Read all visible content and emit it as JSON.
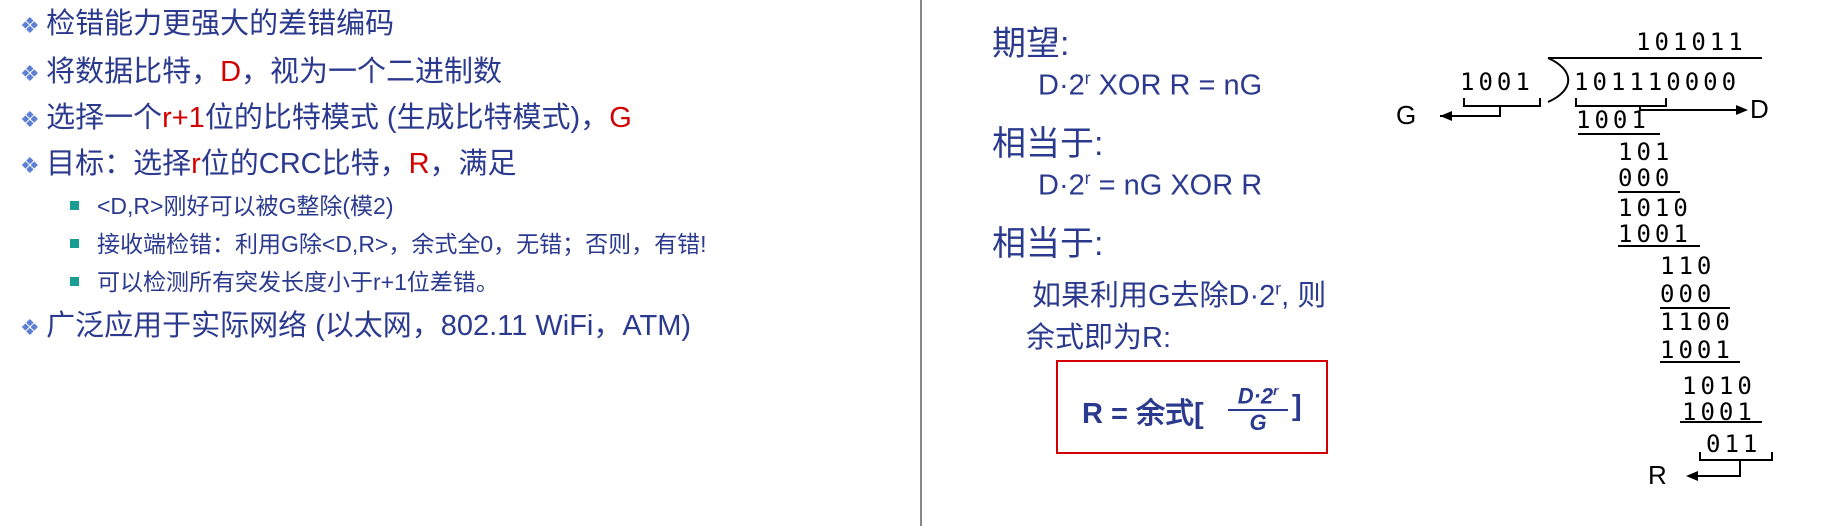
{
  "left": {
    "b1": "检错能力更强大的差错编码",
    "b2_a": "将数据比特，",
    "b2_d": "D",
    "b2_b": "，视为一个二进制数",
    "b3_a": "选择一个",
    "b3_r": "r+1",
    "b3_b": "位的比特模式 (生成比特模式)，",
    "b3_g": "G",
    "b4_a": "目标：选择",
    "b4_r": "r",
    "b4_b": "位的CRC比特，",
    "b4_R": "R",
    "b4_c": "，满足",
    "s1": "<D,R>刚好可以被G整除(模2)",
    "s2": "接收端检错：利用G除<D,R>，余式全0，无错；否则，有错!",
    "s3": "可以检测所有突发长度小于r+1位差错。",
    "b5": "广泛应用于实际网络 (以太网，802.11 WiFi，ATM)"
  },
  "right": {
    "h1": "期望:",
    "eq1_a": "D·2",
    "eq1_sup": "r",
    "eq1_b": " XOR R = nG",
    "h2": "相当于:",
    "eq2_a": "D·2",
    "eq2_sup": "r",
    "eq2_b": " = nG XOR R",
    "h3": "相当于:",
    "p1_a": "如果利用G去除D·2",
    "p1_sup": "r",
    "p1_b": ", 则",
    "p2": "余式即为R:",
    "formula_left": "R = 余式[",
    "formula_num_a": "D·2",
    "formula_num_sup": "r",
    "formula_den": "G",
    "formula_right": "]"
  },
  "division": {
    "quotient": "101011",
    "divisor": "1001",
    "dividend": "101110000",
    "label_g": "G",
    "label_d": "D",
    "label_r": "R",
    "steps": [
      "1001",
      "101",
      "000",
      "1010",
      "1001",
      "110",
      "000",
      "1100",
      "1001",
      "1010",
      "1001",
      "011"
    ]
  }
}
